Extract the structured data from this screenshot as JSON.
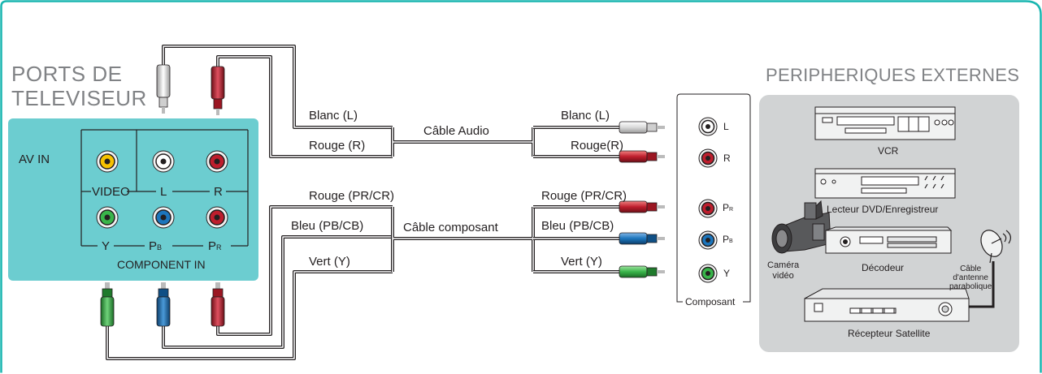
{
  "tv_ports_title": [
    "PORTS DE",
    "TELEVISEUR"
  ],
  "external_devices_title": "PERIPHERIQUES EXTERNES",
  "tv_panel": {
    "av_in_label": "AV IN",
    "video_label": "VIDEO",
    "l_label": "L",
    "r_label": "R",
    "y_label": "Y",
    "pb_label": "P",
    "pb_sub": "B",
    "pr_label": "P",
    "pr_sub": "R",
    "component_in_label": "COMPONENT IN"
  },
  "audio_cable": {
    "cable_label": "Câble Audio",
    "left_white": "Blanc (L)",
    "left_red": "Rouge (R)",
    "right_white": "Blanc (L)",
    "right_red": "Rouge(R)"
  },
  "component_cable": {
    "cable_label": "Câble composant",
    "left_red": "Rouge (PR/CR)",
    "left_blue": "Bleu (PB/CB)",
    "left_green": "Vert (Y)",
    "right_red": "Rouge (PR/CR)",
    "right_blue": "Bleu (PB/CB)",
    "right_green": "Vert (Y)"
  },
  "composant_panel": {
    "title": "Composant",
    "l": "L",
    "r": "R",
    "pr": "P",
    "pr_sub": "R",
    "pb": "P",
    "pb_sub": "B",
    "y": "Y"
  },
  "devices": {
    "vcr": "VCR",
    "dvd": "Lecteur DVD/Enregistreur",
    "camera": [
      "Caméra",
      "vidéo"
    ],
    "decoder": "Décodeur",
    "antenna_cable": [
      "Câble",
      "d'antenne",
      "parabolique"
    ],
    "satellite": "Récepteur Satellite"
  },
  "colors": {
    "frame_teal": "#1ab6b0",
    "panel_teal": "#6ccdd0",
    "devices_gray": "#d1d3d4",
    "cable_black": "#231f20",
    "plug_white": "#e6e7e8",
    "plug_red": "#be1e2d",
    "plug_blue": "#1c75bc",
    "plug_green": "#39b54a",
    "jack_yellow": "#f7c200"
  }
}
